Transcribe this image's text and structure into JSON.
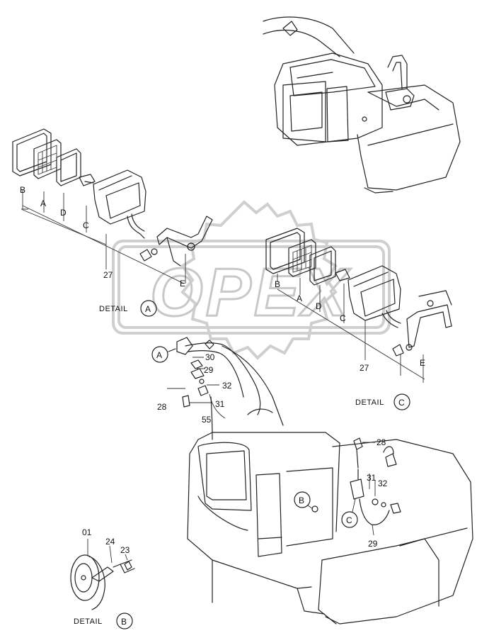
{
  "watermark": {
    "brand": "OPEX"
  },
  "details": [
    {
      "id": "A",
      "prefix": "DETAIL"
    },
    {
      "id": "B",
      "prefix": "DETAIL"
    },
    {
      "id": "C",
      "prefix": "DETAIL"
    }
  ],
  "callouts": {
    "A": "A",
    "B": "B",
    "C": "C"
  },
  "labels_left_lamp": [
    "B",
    "A",
    "D",
    "C",
    "27",
    "E"
  ],
  "labels_right_lamp": [
    "B",
    "A",
    "D",
    "C",
    "27",
    "E"
  ],
  "labels_wiring": [
    "30",
    "29",
    "32",
    "28",
    "31",
    "55"
  ],
  "labels_cab": [
    "28",
    "31",
    "32",
    "29"
  ],
  "labels_horn": [
    "01",
    "24",
    "23"
  ]
}
